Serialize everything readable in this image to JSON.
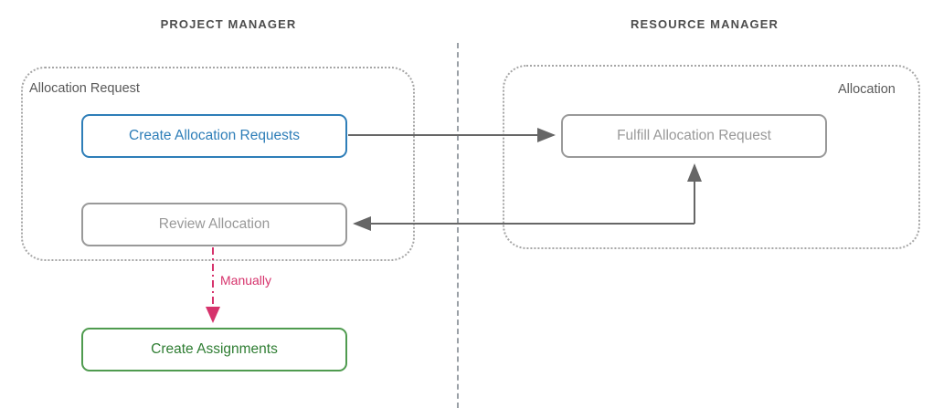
{
  "diagram": {
    "title_bar": {
      "lanes": [
        {
          "id": "project-manager",
          "label": "PROJECT MANAGER"
        },
        {
          "id": "resource-manager",
          "label": "RESOURCE MANAGER"
        }
      ]
    },
    "groups": [
      {
        "id": "allocation-request",
        "label": "Allocation Request",
        "lane": "project-manager",
        "border_style": "dotted",
        "border_color": "#a6a6a6"
      },
      {
        "id": "allocation",
        "label": "Allocation",
        "lane": "resource-manager",
        "border_style": "dotted",
        "border_color": "#a6a6a6"
      }
    ],
    "nodes": [
      {
        "id": "create-allocation-requests",
        "label": "Create Allocation Requests",
        "lane": "project-manager",
        "group": "allocation-request",
        "accent": "#2e7eb8",
        "text_color": "#2e7eb8"
      },
      {
        "id": "review-allocation",
        "label": "Review Allocation",
        "lane": "project-manager",
        "group": "allocation-request",
        "accent": "#999999",
        "text_color": "#999999"
      },
      {
        "id": "create-assignments",
        "label": "Create Assignments",
        "lane": "project-manager",
        "group": null,
        "accent": "#4f9b4f",
        "text_color": "#2e7d32"
      },
      {
        "id": "fulfill-allocation-request",
        "label": "Fulfill Allocation Request",
        "lane": "resource-manager",
        "group": "allocation",
        "accent": "#999999",
        "text_color": "#999999"
      }
    ],
    "edges": [
      {
        "id": "create-to-fulfill",
        "from": "create-allocation-requests",
        "to": "fulfill-allocation-request",
        "label": "",
        "style": "solid",
        "color": "#666666"
      },
      {
        "id": "fulfill-to-review",
        "from": "fulfill-allocation-request",
        "to": "review-allocation",
        "label": "",
        "style": "solid",
        "color": "#666666"
      },
      {
        "id": "review-to-assignments",
        "from": "review-allocation",
        "to": "create-assignments",
        "label": "Manually",
        "style": "dash-dot",
        "color": "#d6336c"
      }
    ],
    "divider": {
      "id": "lane-divider",
      "style": "dashed",
      "color": "#9aa0a6"
    },
    "colors": {
      "background": "#ffffff",
      "lane_title": "#4d4d4d",
      "group_label": "#595959",
      "connector": "#666666",
      "manual_accent": "#d6336c",
      "blue_accent": "#2e7eb8",
      "green_accent": "#4f9b4f",
      "gray_accent": "#999999"
    }
  }
}
